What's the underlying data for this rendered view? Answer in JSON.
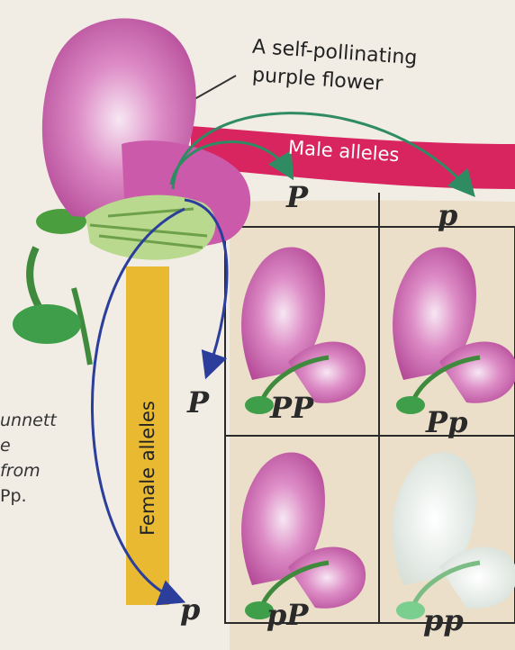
{
  "caption": {
    "line1": "A self-pollinating",
    "line2": "purple flower"
  },
  "male_label": "Male alleles",
  "female_label": "Female alleles",
  "male_alleles": [
    "P",
    "p"
  ],
  "female_alleles": [
    "P",
    "p"
  ],
  "cells": [
    "PP",
    "Pp",
    "pP",
    "pp"
  ],
  "side_text": [
    "unnett",
    "e",
    "from",
    "Pp."
  ],
  "colors": {
    "male_band": "#d8245f",
    "female_band": "#e9b931",
    "grid_fill": "#ebdfc9",
    "arrow_male": "#2f8c62",
    "arrow_female": "#2c3e9c",
    "flower_purple": "#c95aa8",
    "flower_white": "#e8ece8"
  }
}
